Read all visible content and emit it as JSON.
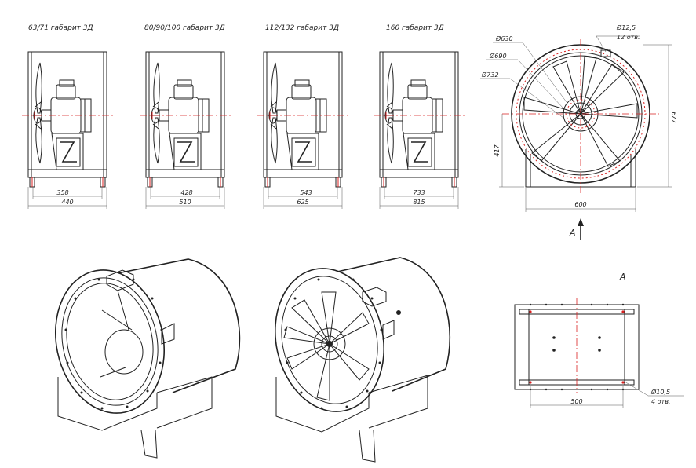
{
  "side_views": [
    {
      "title": "63/71 габарит 3Д",
      "dim_inner": "358",
      "dim_outer": "440"
    },
    {
      "title": "80/90/100 габарит 3Д",
      "dim_inner": "428",
      "dim_outer": "510"
    },
    {
      "title": "112/132 габарит 3Д",
      "dim_inner": "543",
      "dim_outer": "625"
    },
    {
      "title": "160 габарит 3Д",
      "dim_inner": "733",
      "dim_outer": "815"
    }
  ],
  "front_view": {
    "hole_dia": "Ø12,5",
    "hole_count": "12 отв.",
    "dia_inner": "Ø630",
    "dia_mid": "Ø690",
    "dia_outer": "Ø732",
    "height_total": "779",
    "height_axis": "417",
    "width": "600",
    "view_arrow_label": "A"
  },
  "bottom_view": {
    "title": "A",
    "hole_dia": "Ø10,5",
    "hole_count": "4 отв.",
    "width": "500"
  },
  "colors": {
    "line": "#222222",
    "axis": "#d92020"
  }
}
